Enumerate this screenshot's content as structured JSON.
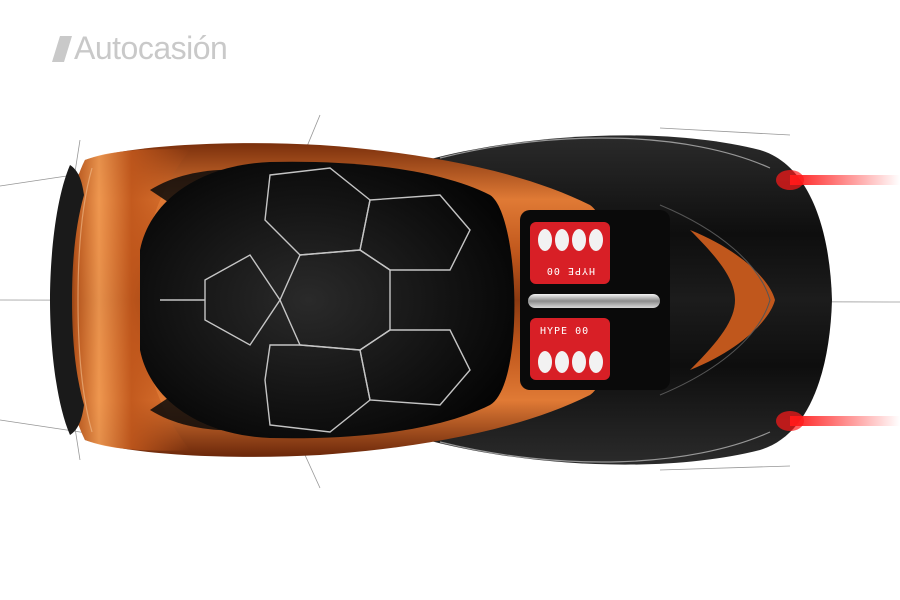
{
  "watermark": {
    "text": "Autocasión",
    "icon": "slash-a-logo-icon"
  },
  "engine": {
    "upper_bank_label": "HYPE 00",
    "lower_bank_label": "HYPE 00"
  },
  "colors": {
    "body_copper": "#c0571c",
    "body_highlight": "#f09a52",
    "body_black": "#111111",
    "engine_red": "#d81f26",
    "tail_light": "#ff1a1a",
    "watermark": "#c9c9c9"
  }
}
